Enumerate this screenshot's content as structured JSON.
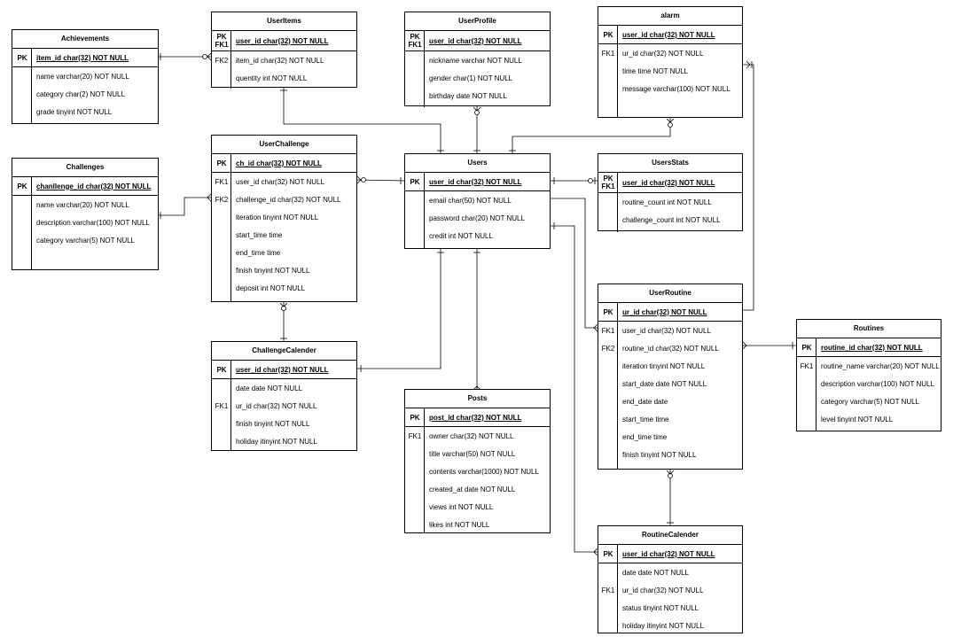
{
  "entities": {
    "achievements": {
      "name": "Achievements",
      "pk": [
        {
          "key": "PK",
          "field": "item_id char(32) NOT NULL"
        }
      ],
      "rows": [
        {
          "key": "",
          "field": "name varchar(20) NOT NULL"
        },
        {
          "key": "",
          "field": "category char(2) NOT NULL"
        },
        {
          "key": "",
          "field": "grade tinyint  NOT NULL"
        }
      ]
    },
    "challenges": {
      "name": "Challenges",
      "pk": [
        {
          "key": "PK",
          "field": "chanllenge_id char(32) NOT NULL"
        }
      ],
      "rows": [
        {
          "key": "",
          "field": "name varchar(20) NOT NULL"
        },
        {
          "key": "",
          "field": "description varchar(100) NOT NULL"
        },
        {
          "key": "",
          "field": "category varchar(5) NOT NULL"
        }
      ]
    },
    "useritems": {
      "name": "UserItems",
      "pk": [
        {
          "key": "PK\nFK1",
          "field": "user_id char(32) NOT NULL"
        }
      ],
      "rows": [
        {
          "key": "FK2",
          "field": "item_id char(32) NOT NULL"
        },
        {
          "key": "",
          "field": "quentity int  NOT NULL"
        }
      ]
    },
    "userchallenge": {
      "name": "UserChallenge",
      "pk": [
        {
          "key": "PK",
          "field": "ch_id char(32) NOT NULL"
        }
      ],
      "rows": [
        {
          "key": "FK1",
          "field": "user_id char(32) NOT NULL"
        },
        {
          "key": "FK2",
          "field": "challenge_id char(32) NOT NULL"
        },
        {
          "key": "",
          "field": "iteration tinyint  NOT NULL"
        },
        {
          "key": "",
          "field": "start_time time"
        },
        {
          "key": "",
          "field": "end_time time"
        },
        {
          "key": "",
          "field": "finish tinyint NOT NULL"
        },
        {
          "key": "",
          "field": "deposit int NOT NULL"
        }
      ]
    },
    "challengecalender": {
      "name": "ChallengeCalender",
      "pk": [
        {
          "key": "PK",
          "field": "user_id char(32) NOT NULL"
        }
      ],
      "rows": [
        {
          "key": "",
          "field": "date date NOT NULL"
        },
        {
          "key": "FK1",
          "field": "ur_id char(32) NOT NULL"
        },
        {
          "key": "",
          "field": "finish tinyint NOT NULL"
        },
        {
          "key": "",
          "field": "holiday itinyint NOT NULL"
        }
      ]
    },
    "userprofile": {
      "name": "UserProfile",
      "pk": [
        {
          "key": "PK\nFK1",
          "field": "user_id char(32) NOT NULL"
        }
      ],
      "rows": [
        {
          "key": "",
          "field": "nickname varchar NOT NULL"
        },
        {
          "key": "",
          "field": "gender char(1) NOT NULL"
        },
        {
          "key": "",
          "field": "birthday date NOT NULL"
        }
      ]
    },
    "users": {
      "name": "Users",
      "pk": [
        {
          "key": "PK",
          "field": "user_id char(32) NOT NULL"
        }
      ],
      "rows": [
        {
          "key": "",
          "field": "email char(50) NOT NULL"
        },
        {
          "key": "",
          "field": "password char(20) NOT NULL"
        },
        {
          "key": "",
          "field": "credit int NOT NULL"
        }
      ]
    },
    "posts": {
      "name": "Posts",
      "pk": [
        {
          "key": "PK",
          "field": "post_id char(32) NOT NULL"
        }
      ],
      "rows": [
        {
          "key": "FK1",
          "field": "owner char(32) NOT NULL"
        },
        {
          "key": "",
          "field": "title varchar(50) NOT NULL"
        },
        {
          "key": "",
          "field": "contents varchar(1000) NOT NULL"
        },
        {
          "key": "",
          "field": "created_at date NOT NULL"
        },
        {
          "key": "",
          "field": "views int NOT NULL"
        },
        {
          "key": "",
          "field": "likes int NOT NULL"
        }
      ]
    },
    "alarm": {
      "name": "alarm",
      "pk": [
        {
          "key": "PK",
          "field": "user_id char(32) NOT NULL"
        }
      ],
      "rows": [
        {
          "key": "FK1",
          "field": "ur_id char(32) NOT NULL"
        },
        {
          "key": "",
          "field": "time time NOT NULL"
        },
        {
          "key": "",
          "field": "message varchar(100) NOT NULL"
        }
      ]
    },
    "usersstats": {
      "name": "UsersStats",
      "pk": [
        {
          "key": "PK\nFK1",
          "field": "user_id char(32) NOT NULL"
        }
      ],
      "rows": [
        {
          "key": "",
          "field": "routine_count int NOT NULL"
        },
        {
          "key": "",
          "field": "challenge_count int NOT NULL"
        }
      ]
    },
    "userroutine": {
      "name": "UserRoutine",
      "pk": [
        {
          "key": "PK",
          "field": "ur_id char(32) NOT NULL"
        }
      ],
      "rows": [
        {
          "key": "FK1",
          "field": "user_id char(32) NOT NULL"
        },
        {
          "key": "FK2",
          "field": "routine_id char(32) NOT NULL"
        },
        {
          "key": "",
          "field": "iteration tinyint  NOT NULL"
        },
        {
          "key": "",
          "field": "start_date date  NOT NULL"
        },
        {
          "key": "",
          "field": "end_date date"
        },
        {
          "key": "",
          "field": "start_time time"
        },
        {
          "key": "",
          "field": "end_time time"
        },
        {
          "key": "",
          "field": "finish tinyint NOT NULL"
        }
      ]
    },
    "routinecalender": {
      "name": "RoutineCalender",
      "pk": [
        {
          "key": "PK",
          "field": "user_id char(32) NOT NULL"
        }
      ],
      "rows": [
        {
          "key": "",
          "field": "date date NOT NULL"
        },
        {
          "key": "FK1",
          "field": "ur_id char(32) NOT NULL"
        },
        {
          "key": "",
          "field": "status tinyint NOT NULL"
        },
        {
          "key": "",
          "field": "holiday itinyint NOT NULL"
        }
      ]
    },
    "routines": {
      "name": "Routines",
      "pk": [
        {
          "key": "PK",
          "field": "routine_id char(32) NOT NULL"
        }
      ],
      "rows": [
        {
          "key": "FK1",
          "field": "routine_name varchar(20) NOT NULL"
        },
        {
          "key": "",
          "field": "description varchar(100) NOT NULL"
        },
        {
          "key": "",
          "field": "category varchar(5) NOT NULL"
        },
        {
          "key": "",
          "field": "level tinyint NOT NULL"
        }
      ]
    }
  }
}
